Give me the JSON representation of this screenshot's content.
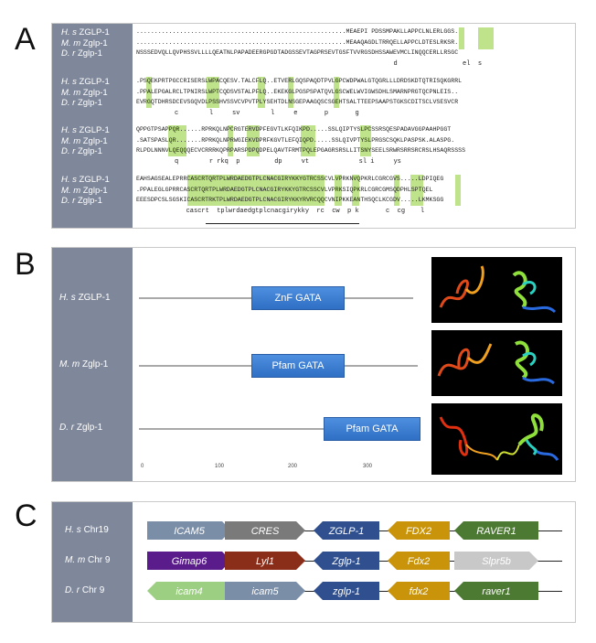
{
  "panels": {
    "a": "A",
    "b": "B",
    "c": "C"
  },
  "alignment": {
    "blocks": [
      {
        "rows": [
          {
            "species": "H. s",
            "gene": "ZGLP-1",
            "seq": "..........................................................MEAEPI PDSSMPAKLLAPPCLNLERLGGS."
          },
          {
            "species": "M. m",
            "gene": "Zglp-1",
            "seq": "..........................................................MEAAQAGDLTRRQELLAPPCLDTESLRKSR."
          },
          {
            "species": "D. r",
            "gene": "Zglp-1",
            "seq": "NSSSEDVQLLQVPHSSVLLLLQEATNLPAPADEERGPGDTADGSSEVTAGPRSEVTGSFTVVRGSDHSSAWEVMCLINQQCERLLRSGC"
          }
        ],
        "consensus": "                                                                   d                 el  s"
      },
      {
        "rows": [
          {
            "species": "H. s",
            "gene": "ZGLP-1",
            "seq": ".PSQEKPRTPGCCRISERSLWPACQESV.TALCFLQ..ETVERLGQSPAQDTPVLGPCWDPWALGTQGRLLLDRDSKDTQTRISQKGRRL"
          },
          {
            "species": "M. m",
            "gene": "Zglp-1",
            "seq": ".PPALEPGALRCLTPNIRSLWPTCQDSVSTALPFLQ..EKEKGLPGSPSPATQVLGSCWELWVIGWSDHLSMARNPRGTQCPNLEIS.."
          },
          {
            "species": "D. r",
            "gene": "Zglp-1",
            "seq": "EVRGQTDHRSDCEVSGQVDLPSSHVSSVCVPVTPLYSEHTDLNSGEPAAGQSCSGEHTSALTTEEPSAAPSTGKSCDITSCLVSESVCR"
          }
        ],
        "consensus": "          c        l     sv        l     e       p       g"
      },
      {
        "rows": [
          {
            "species": "H. s",
            "gene": "ZGLP-1",
            "seq": "QPPGTPSAPPQR......RPRKQLNPCRGTERVDPFEGVTLKFQIKPD.....SSLQIPTYSLPCSSRSQESPADAVGGPAAHPGGT"
          },
          {
            "species": "M. m",
            "gene": "Zglp-1",
            "seq": ".SATSPASLQR.......RPRKQLNPRWGIEKVDPRFKGVTLEFQIQPD.....SSLQIVPTYSLPRGSCSQKLPASPSK.ALASPG."
          },
          {
            "species": "D. r",
            "gene": "Zglp-1",
            "seq": "RLPDLNNNVLQEQQQECVCRRRKQPRPARSPDPQDPELQAVTFRMTPQLEPGAGRSRSLLITSNYSEELSRWRSRRSRCRSLHSAQRSSSS"
          }
        ],
        "consensus": "          q        r rkq  p         dp     vt             sl i     ys"
      },
      {
        "rows": [
          {
            "species": "H. s",
            "gene": "ZGLP-1",
            "seq": "EAHSAGSEALEPRRCASCRTQRTPLWRDAEDGTPLCNACGIRYKKYGTRCSSCVLVPRKNVQPKRLCGRCGVS.....LDPIQEG"
          },
          {
            "species": "M. m",
            "gene": "Zglp-1",
            "seq": ".PPALEGLGPRRCASCRTQRTPLWRDAEDGTPLCNACGIRYKKYGTRCSSCVLVPRKSIQPKRLCGRCGMSQDPHLSPTQEL"
          },
          {
            "species": "D. r",
            "gene": "Zglp-1",
            "seq": "EEESDPCSLSGSKICASCRTRKTPLWRDAEDGTPLCNACGIRYKKYRVRCQQCVNIPKKEANTHSQCLKCGDV.....LKMKSGG"
          }
        ],
        "consensus": "             cascrt  tplwrdaedgtplcnacgirykky  rc  cw  p k       c  cg    l"
      }
    ]
  },
  "domains": {
    "tracks": [
      {
        "species": "H. s",
        "gene": "ZGLP-1",
        "domain_label": "ZnF GATA"
      },
      {
        "species": "M. m",
        "gene": "Zglp-1",
        "domain_label": "Pfam GATA"
      },
      {
        "species": "D. r",
        "gene": "Zglp-1",
        "domain_label": "Pfam GATA"
      }
    ],
    "ticks": [
      "0",
      "100",
      "200",
      "300"
    ]
  },
  "synteny": {
    "tracks": [
      {
        "species": "H. s",
        "chrom": "Chr19",
        "genes": [
          {
            "name": "ICAM5",
            "color": "#7a8ea8",
            "dir": "right"
          },
          {
            "name": "CRES",
            "color": "#7a7a7a",
            "dir": "right"
          },
          {
            "name": "ZGLP-1",
            "color": "#2f4f8f",
            "dir": "left"
          },
          {
            "name": "FDX2",
            "color": "#c9930a",
            "dir": "left"
          },
          {
            "name": "RAVER1",
            "color": "#4d7a32",
            "dir": "left"
          }
        ]
      },
      {
        "species": "M. m",
        "chrom": "Chr 9",
        "genes": [
          {
            "name": "Gimap6",
            "color": "#5a1c8a",
            "dir": "right"
          },
          {
            "name": "Lyl1",
            "color": "#8a2e1a",
            "dir": "right"
          },
          {
            "name": "Zglp-1",
            "color": "#2f4f8f",
            "dir": "left"
          },
          {
            "name": "Fdx2",
            "color": "#c9930a",
            "dir": "left"
          },
          {
            "name": "Slpr5b",
            "color": "#c8c8c8",
            "dir": "right"
          }
        ]
      },
      {
        "species": "D. r",
        "chrom": "Chr 9",
        "genes": [
          {
            "name": "icam4",
            "color": "#9ccf82",
            "dir": "left"
          },
          {
            "name": "icam5",
            "color": "#7a8ea8",
            "dir": "right"
          },
          {
            "name": "zglp-1",
            "color": "#2f4f8f",
            "dir": "left"
          },
          {
            "name": "fdx2",
            "color": "#c9930a",
            "dir": "left"
          },
          {
            "name": "raver1",
            "color": "#4d7a32",
            "dir": "left"
          }
        ]
      }
    ]
  }
}
